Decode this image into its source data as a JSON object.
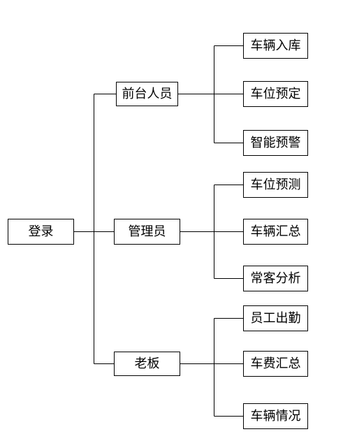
{
  "root": {
    "label": "登录"
  },
  "roles": [
    {
      "label": "前台人员",
      "functions": [
        "车辆入库",
        "车位预定",
        "智能预警"
      ]
    },
    {
      "label": "管理员",
      "functions": [
        "车位预测",
        "车辆汇总",
        "常客分析"
      ]
    },
    {
      "label": "老板",
      "functions": [
        "员工出勤",
        "车费汇总",
        "车辆情况"
      ]
    }
  ]
}
